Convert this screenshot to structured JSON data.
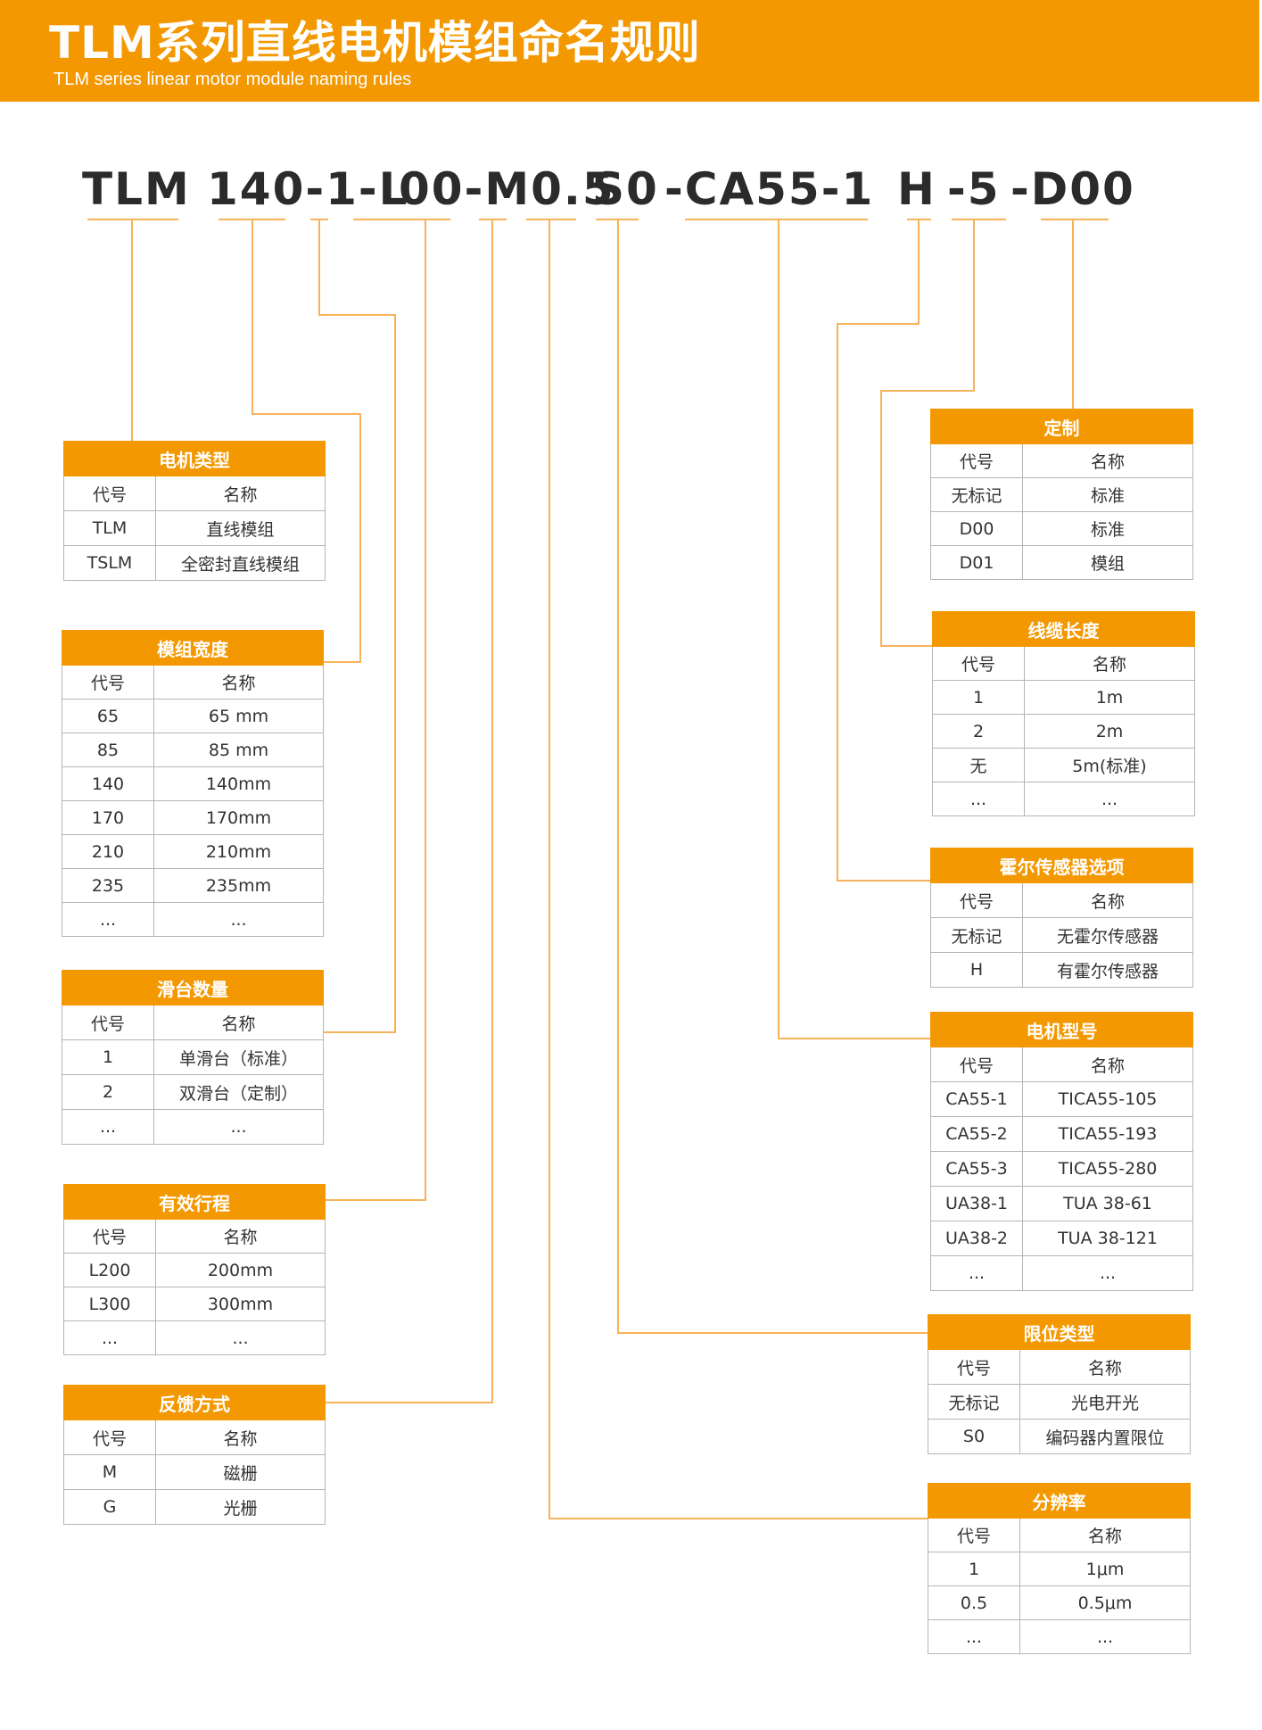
{
  "header": {
    "title": "TLM系列直线电机模组命名规则",
    "subtitle": "TLM series linear motor module naming rules"
  },
  "code": [
    "TLM",
    "140-1-L",
    "00-M0.5",
    "S0",
    "-CA55-1",
    "H",
    "-5",
    "-D00"
  ],
  "colors": {
    "accent": "#f39800",
    "connector": "#f7b35a",
    "border": "#b5b5b5"
  },
  "tables": [
    {
      "id": "motor-type",
      "title": "电机类型",
      "headers": [
        "代号",
        "名称"
      ],
      "rows": [
        [
          "TLM",
          "直线模组"
        ],
        [
          "TSLM",
          "全密封直线模组"
        ]
      ]
    },
    {
      "id": "module-width",
      "title": "模组宽度",
      "headers": [
        "代号",
        "名称"
      ],
      "rows": [
        [
          "65",
          "65 mm"
        ],
        [
          "85",
          "85 mm"
        ],
        [
          "140",
          "140mm"
        ],
        [
          "170",
          "170mm"
        ],
        [
          "210",
          "210mm"
        ],
        [
          "235",
          "235mm"
        ],
        [
          "...",
          "..."
        ]
      ]
    },
    {
      "id": "slider-count",
      "title": "滑台数量",
      "headers": [
        "代号",
        "名称"
      ],
      "rows": [
        [
          "1",
          "单滑台（标准）"
        ],
        [
          "2",
          "双滑台（定制）"
        ],
        [
          "...",
          "..."
        ]
      ]
    },
    {
      "id": "effective-stroke",
      "title": "有效行程",
      "headers": [
        "代号",
        "名称"
      ],
      "rows": [
        [
          "L200",
          "200mm"
        ],
        [
          "L300",
          "300mm"
        ],
        [
          "...",
          "..."
        ]
      ]
    },
    {
      "id": "feedback-mode",
      "title": "反馈方式",
      "headers": [
        "代号",
        "名称"
      ],
      "rows": [
        [
          "M",
          "磁栅"
        ],
        [
          "G",
          "光栅"
        ]
      ]
    },
    {
      "id": "custom",
      "title": "定制",
      "headers": [
        "代号",
        "名称"
      ],
      "rows": [
        [
          "无标记",
          "标准"
        ],
        [
          "D00",
          "标准"
        ],
        [
          "D01",
          "模组"
        ]
      ]
    },
    {
      "id": "cable-length",
      "title": "线缆长度",
      "headers": [
        "代号",
        "名称"
      ],
      "rows": [
        [
          "1",
          "1m"
        ],
        [
          "2",
          "2m"
        ],
        [
          "无",
          "5m(标准)"
        ],
        [
          "...",
          "..."
        ]
      ]
    },
    {
      "id": "hall-sensor",
      "title": "霍尔传感器选项",
      "headers": [
        "代号",
        "名称"
      ],
      "rows": [
        [
          "无标记",
          "无霍尔传感器"
        ],
        [
          "H",
          "有霍尔传感器"
        ]
      ]
    },
    {
      "id": "motor-model",
      "title": "电机型号",
      "headers": [
        "代号",
        "名称"
      ],
      "rows": [
        [
          "CA55-1",
          "TICA55-105"
        ],
        [
          "CA55-2",
          "TICA55-193"
        ],
        [
          "CA55-3",
          "TICA55-280"
        ],
        [
          "UA38-1",
          "TUA 38-61"
        ],
        [
          "UA38-2",
          "TUA 38-121"
        ],
        [
          "...",
          "..."
        ]
      ]
    },
    {
      "id": "limit-type",
      "title": "限位类型",
      "headers": [
        "代号",
        "名称"
      ],
      "rows": [
        [
          "无标记",
          "光电开光"
        ],
        [
          "S0",
          "编码器内置限位"
        ]
      ]
    },
    {
      "id": "resolution",
      "title": "分辨率",
      "headers": [
        "代号",
        "名称"
      ],
      "rows": [
        [
          "1",
          "1μm"
        ],
        [
          "0.5",
          "0.5μm"
        ],
        [
          "...",
          "..."
        ]
      ]
    }
  ]
}
